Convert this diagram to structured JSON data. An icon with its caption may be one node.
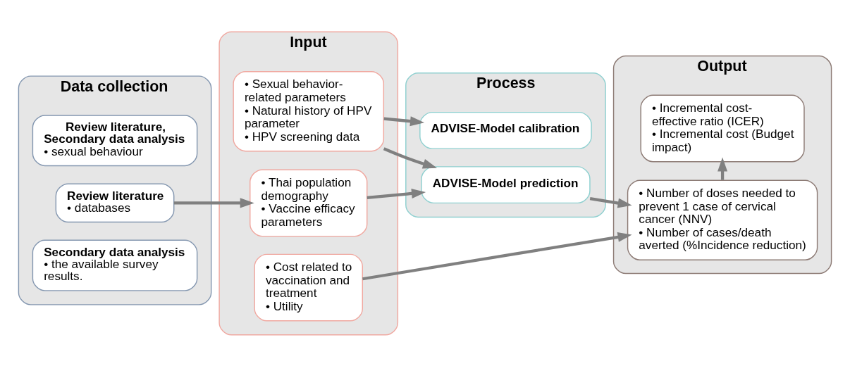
{
  "diagram": {
    "nodes": [
      {
        "text": [
          "Data collection"
        ]
      },
      {
        "text": [
          "Review literature, Secondary data analysis",
          "• sexual behaviour"
        ],
        "in": 0
      },
      {
        "text": [
          "Review literature",
          "• databases"
        ],
        "in": 0
      },
      {
        "text": [
          "Secondary data analysis",
          "• the available survey results."
        ],
        "in": 0
      },
      {
        "text": [
          "Input"
        ]
      },
      {
        "text": [
          "• Sexual behavior-related parameters",
          "• Natural history of HPV parameter",
          "• HPV screening data"
        ],
        "in": 4
      },
      {
        "text": [
          "• Thai population demography",
          "• Vaccine efficacy parameters"
        ],
        "in": 4
      },
      {
        "text": [
          "• Cost related to vaccination and treatment",
          "• Utility"
        ],
        "in": 4
      },
      {
        "text": [
          "Process"
        ]
      },
      {
        "text": [
          "ADVISE-Model calibration"
        ],
        "in": 8
      },
      {
        "text": [
          "ADVISE-Model prediction"
        ],
        "in": 8
      },
      {
        "text": [
          "Output"
        ]
      },
      {
        "text": [
          "• Number of doses needed to prevent 1 case of cervical cancer (NNV)",
          "• Number of cases/death averted (%Incidence reduction)"
        ],
        "in": 11
      },
      {
        "text": [
          "• Incremental cost-effective ratio (ICER)",
          "• Incremental cost (Budget impact)"
        ],
        "in": 11
      }
    ],
    "edges": [
      {
        "from": 2,
        "to": 6,
        "arrow": "to"
      },
      {
        "from": 5,
        "to": 9,
        "arrow": "to"
      },
      {
        "from": 5,
        "to": 10,
        "arrow": "to"
      },
      {
        "from": 6,
        "to": 10,
        "arrow": "to"
      },
      {
        "from": 10,
        "to": 12,
        "arrow": "to"
      },
      {
        "from": 7,
        "to": 12,
        "arrow": "to"
      },
      {
        "from": 12,
        "to": 13,
        "arrow": "to"
      }
    ]
  }
}
